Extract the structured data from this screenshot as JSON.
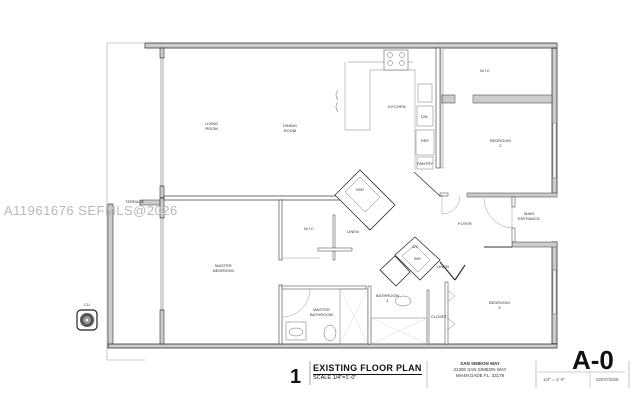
{
  "watermark": "A11961676  SEFMLS@2026",
  "rooms": [
    {
      "id": "living-room",
      "label": "LIVING\nROOM"
    },
    {
      "id": "dining-room",
      "label": "DINING\nROOM"
    },
    {
      "id": "kitchen",
      "label": "KITCHEN"
    },
    {
      "id": "dw",
      "label": "DW"
    },
    {
      "id": "ref",
      "label": "REF."
    },
    {
      "id": "pantry",
      "label": "PANTRY"
    },
    {
      "id": "wic-bedroom2",
      "label": "W.I.C"
    },
    {
      "id": "bedroom-2",
      "label": "BEDROOM\n2"
    },
    {
      "id": "foyer",
      "label": "FOYER"
    },
    {
      "id": "main-entrance",
      "label": "MAIN\nENTRANCE"
    },
    {
      "id": "wd",
      "label": "W/D"
    },
    {
      "id": "wic-master",
      "label": "W.I.C"
    },
    {
      "id": "linen-1",
      "label": "LINEN"
    },
    {
      "id": "ac",
      "label": "A/C"
    },
    {
      "id": "wh",
      "label": "WH"
    },
    {
      "id": "linen-2",
      "label": "LINEN"
    },
    {
      "id": "master-bedroom",
      "label": "MASTER\nBEDROOM"
    },
    {
      "id": "master-bathroom",
      "label": "MASTER\nBATHROOM"
    },
    {
      "id": "bathroom-2",
      "label": "BATHROOM\n2"
    },
    {
      "id": "closet",
      "label": "CLOSET"
    },
    {
      "id": "bedroom-3",
      "label": "BEDROOM\n3"
    },
    {
      "id": "terrace",
      "label": "TERRACE"
    },
    {
      "id": "cu",
      "label": "CU"
    }
  ],
  "title_block": {
    "drawing_number": "1",
    "title": "EXISTING FLOOR PLAN",
    "scale": "SCALE  1/4\"=1'-0\"",
    "address_line1": "SAN SIMEON WAY",
    "address_line2": "21300 SAN SIMEON WAY",
    "address_line3": "MIAMI DADE FL. 33179",
    "sheet": "A-0",
    "sheet_scale": "1/4\" = 1'-0\"",
    "date": "02/07/2026"
  }
}
